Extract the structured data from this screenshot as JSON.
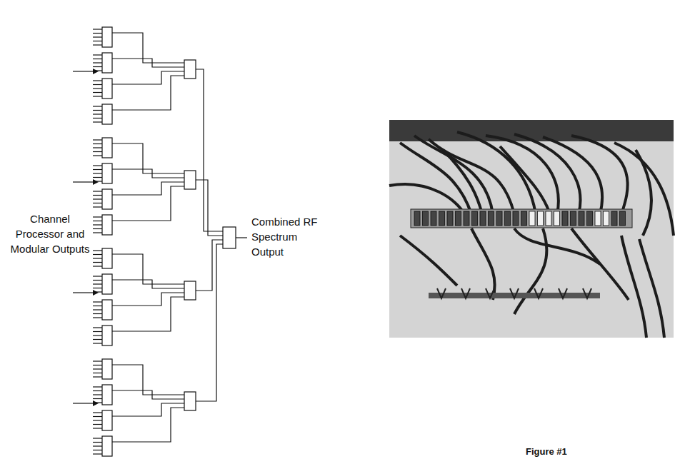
{
  "diagram": {
    "caption": "Figure #1",
    "labels": [
      "Channel Processor and Modular Outputs",
      "Combined RF Spectrum Output"
    ]
  }
}
